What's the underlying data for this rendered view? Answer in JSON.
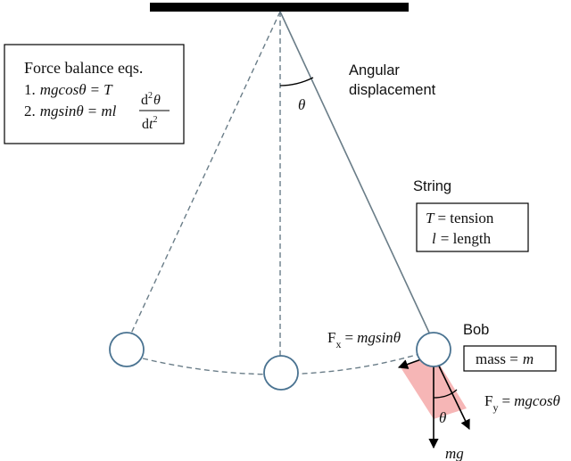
{
  "colors": {
    "ink": "#000000",
    "string": "#6a7d88",
    "bob_outline": "#4a7391",
    "force_fill": "#f6b6b6",
    "background": "#ffffff"
  },
  "force_box": {
    "title": "Force balance eqs.",
    "eq1_num": "1.",
    "eq1_lhs": "mgcos",
    "eq1_theta": "θ",
    "eq1_eq": "=",
    "eq1_rhs": "T",
    "eq2_num": "2.",
    "eq2_lhs": "mgsin",
    "eq2_theta": "θ",
    "eq2_eq": "=",
    "eq2_rhs": "ml",
    "deriv_top_d": "d",
    "deriv_top_sup": "2",
    "deriv_top_theta": "θ",
    "deriv_bottom_d": "d",
    "deriv_bottom_t": "t",
    "deriv_bottom_sup": "2"
  },
  "angle_label": "θ",
  "angular_label_line1": "Angular",
  "angular_label_line2": "displacement",
  "string_label": "String",
  "string_box": {
    "t_sym": "T",
    "t_text": "= tension",
    "l_sym": "l",
    "l_text": "= length"
  },
  "bob_label": "Bob",
  "mass_box": {
    "text": "mass =",
    "sym": "m"
  },
  "fx_label": {
    "f": "F",
    "sub": "x",
    "eq": "=",
    "expr": "mgsin",
    "theta": "θ"
  },
  "fy_label": {
    "f": "F",
    "sub": "y",
    "eq": "=",
    "expr": "mgcos",
    "theta": "θ"
  },
  "force_theta": "θ",
  "mg_label": "mg"
}
